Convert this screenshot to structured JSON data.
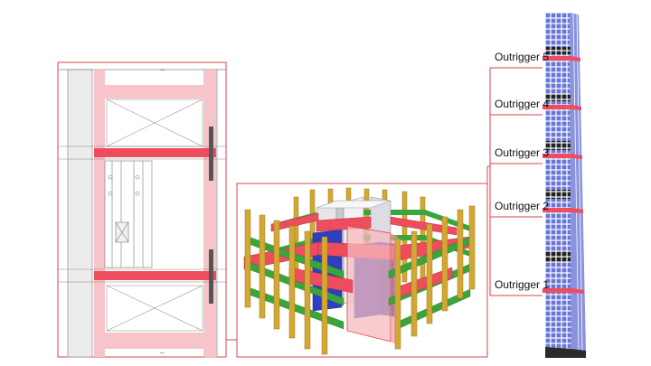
{
  "labels": {
    "outrigger_5": "Outrigger 5",
    "outrigger_4": "Outrigger 4",
    "outrigger_3": "Outrigger 3",
    "outrigger_2": "Outrigger 2",
    "outrigger_1": "Outrigger 1"
  },
  "colors": {
    "outrigger_red": "#ee4d5e",
    "highlight_pink": "#f6b9bf",
    "frame_outline": "#d9434f",
    "truss_green": "#3aa53a",
    "column_gold": "#d3a734",
    "core_blue": "#2f3fc0",
    "core_white": "#e6e6ea",
    "tower_blue": "#6673d6",
    "tower_base": "#2a2a2a"
  },
  "icons": {
    "detail": "elevation-section-drawing",
    "model": "3d-outrigger-model",
    "tower": "tower-elevation"
  }
}
